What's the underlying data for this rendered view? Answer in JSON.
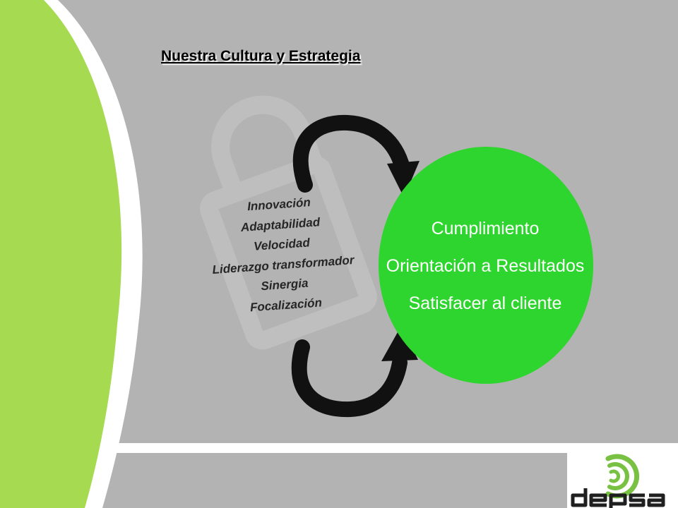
{
  "slide": {
    "title": "Nuestra Cultura y Estrategia"
  },
  "values": [
    "Innovación",
    "Adaptabilidad",
    "Velocidad",
    "Liderazgo transformador",
    "Sinergia",
    "Focalización"
  ],
  "circle": {
    "items": [
      "Cumplimiento",
      "Orientación a Resultados",
      "Satisfacer al cliente"
    ]
  },
  "logo": {
    "name": "depsa"
  },
  "colors": {
    "background": "#b3b3b3",
    "sidebar_green": "#a6da50",
    "circle_green": "#2ed52e",
    "logo_green": "#79c142",
    "logo_text": "#1f1f1f"
  },
  "icons": [
    "circular-arrow-icon",
    "watermark-shape",
    "depsa-logo-icon"
  ]
}
